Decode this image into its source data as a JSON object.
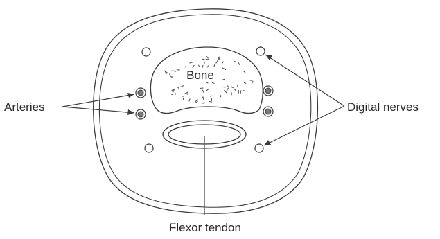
{
  "diagram": {
    "labels": {
      "bone": "Bone",
      "arteries": "Arteries",
      "digital_nerves": "Digital nerves",
      "flexor_tendon": "Flexor tendon"
    },
    "colors": {
      "background": "#ffffff",
      "stroke": "#3a3a3a",
      "text": "#2a2a2a",
      "artery_fill": "#7a7a7a"
    }
  }
}
